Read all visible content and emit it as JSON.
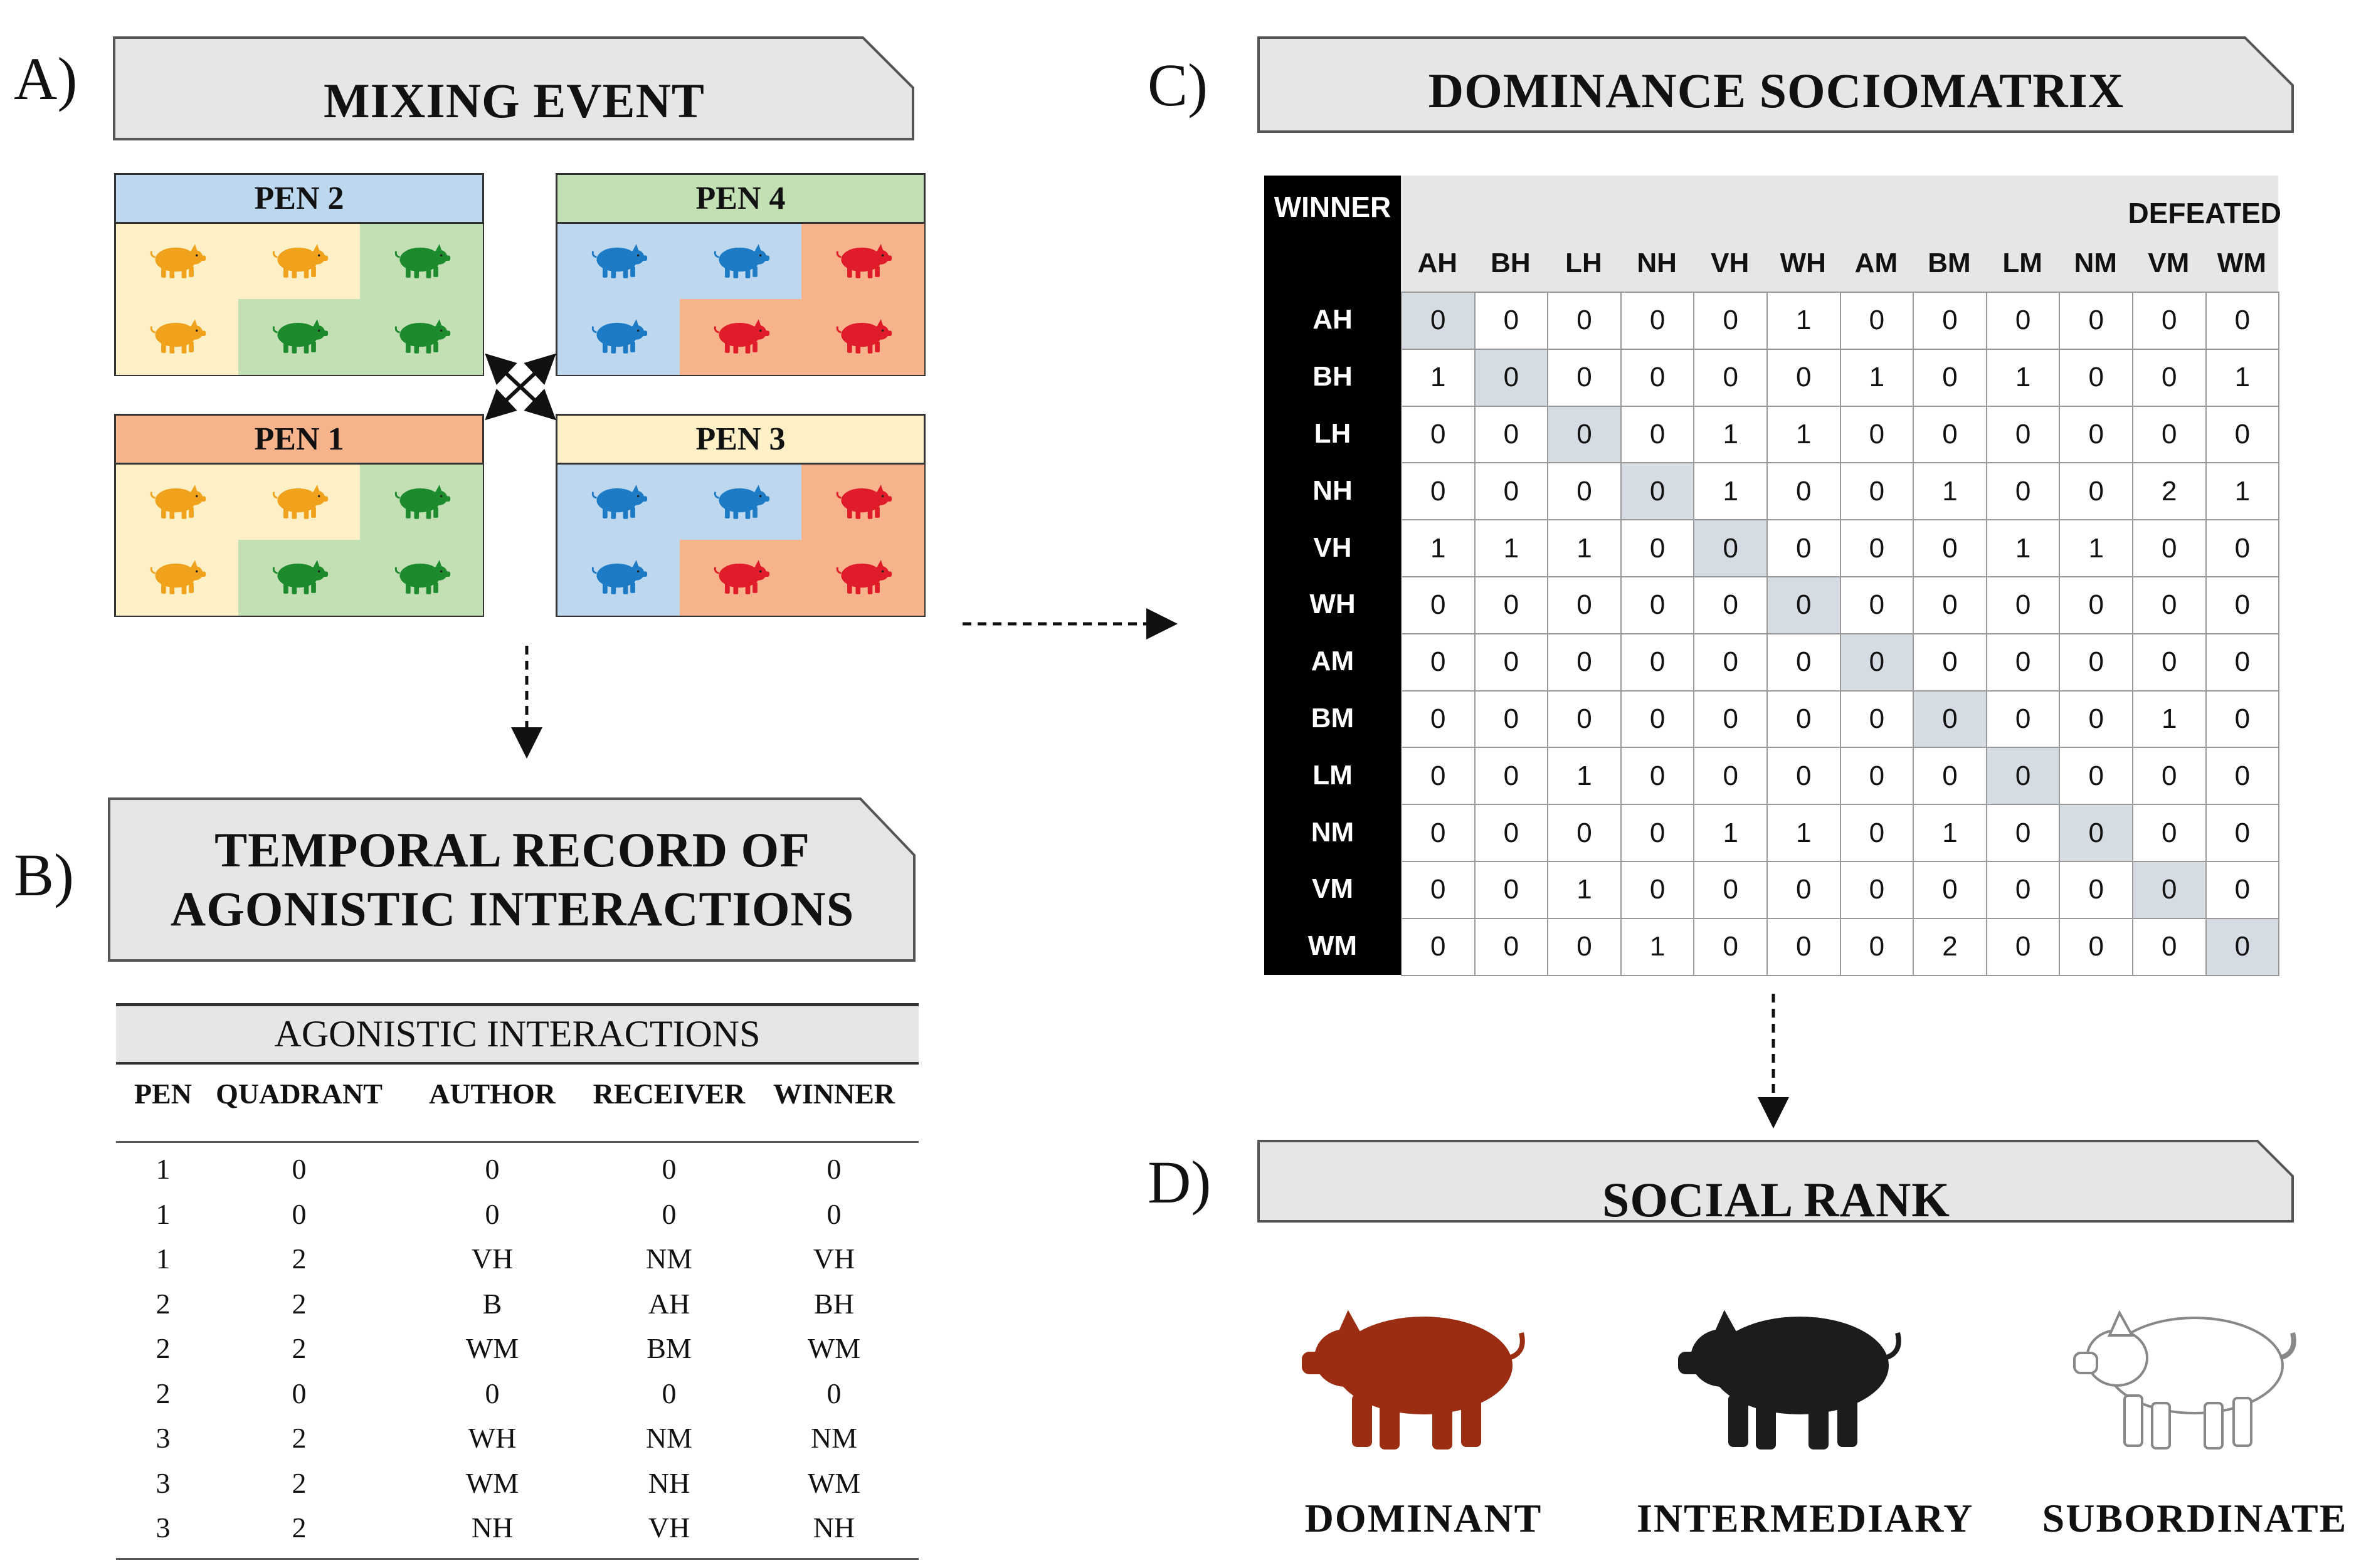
{
  "panels": {
    "a": {
      "letter": "A)",
      "title": "MIXING EVENT"
    },
    "b": {
      "letter": "B)",
      "title_line1": "TEMPORAL RECORD OF",
      "title_line2": "AGONISTIC INTERACTIONS"
    },
    "c": {
      "letter": "C)",
      "title": "DOMINANCE SOCIOMATRIX"
    },
    "d": {
      "letter": "D)",
      "title": "SOCIAL RANK"
    }
  },
  "pens": {
    "pen2": {
      "label": "PEN 2",
      "header_color": "#bcd7ee"
    },
    "pen4": {
      "label": "PEN 4",
      "header_color": "#c2e0b4"
    },
    "pen1": {
      "label": "PEN 1",
      "header_color": "#f7b48c"
    },
    "pen3": {
      "label": "PEN 3",
      "header_color": "#fdf0c6"
    }
  },
  "colors": {
    "yellow_bg": "#fdf0c6",
    "green_bg": "#c2e0b4",
    "blue_bg": "#bcd7ee",
    "orange_bg": "#f7b48c",
    "pig_orange": "#f0a21c",
    "pig_green": "#1e8a2e",
    "pig_blue": "#1c7bc4",
    "pig_red": "#e01c2a",
    "diag_cell": "#d6dce4",
    "matrix_header_bg": "#e6e6e6"
  },
  "agonistic": {
    "title": "AGONISTIC INTERACTIONS",
    "columns": [
      "PEN",
      "QUADRANT",
      "AUTHOR",
      "RECEIVER",
      "WINNER"
    ],
    "rows": [
      [
        "1",
        "0",
        "0",
        "0",
        "0"
      ],
      [
        "1",
        "0",
        "0",
        "0",
        "0"
      ],
      [
        "1",
        "2",
        "VH",
        "NM",
        "VH"
      ],
      [
        "2",
        "2",
        "B",
        "AH",
        "BH"
      ],
      [
        "2",
        "2",
        "WM",
        "BM",
        "WM"
      ],
      [
        "2",
        "0",
        "0",
        "0",
        "0"
      ],
      [
        "3",
        "2",
        "WH",
        "NM",
        "NM"
      ],
      [
        "3",
        "2",
        "WM",
        "NH",
        "WM"
      ],
      [
        "3",
        "2",
        "NH",
        "VH",
        "NH"
      ]
    ]
  },
  "matrix": {
    "winner_label": "WINNER",
    "defeated_label": "DEFEATED",
    "labels": [
      "AH",
      "BH",
      "LH",
      "NH",
      "VH",
      "WH",
      "AM",
      "BM",
      "LM",
      "NM",
      "VM",
      "WM"
    ],
    "values": [
      [
        "0",
        "0",
        "0",
        "0",
        "0",
        "1",
        "0",
        "0",
        "0",
        "0",
        "0",
        "0"
      ],
      [
        "1",
        "0",
        "0",
        "0",
        "0",
        "0",
        "1",
        "0",
        "1",
        "0",
        "0",
        "1"
      ],
      [
        "0",
        "0",
        "0",
        "0",
        "1",
        "1",
        "0",
        "0",
        "0",
        "0",
        "0",
        "0"
      ],
      [
        "0",
        "0",
        "0",
        "0",
        "1",
        "0",
        "0",
        "1",
        "0",
        "0",
        "2",
        "1"
      ],
      [
        "1",
        "1",
        "1",
        "0",
        "0",
        "0",
        "0",
        "0",
        "1",
        "1",
        "0",
        "0"
      ],
      [
        "0",
        "0",
        "0",
        "0",
        "0",
        "0",
        "0",
        "0",
        "0",
        "0",
        "0",
        "0"
      ],
      [
        "0",
        "0",
        "0",
        "0",
        "0",
        "0",
        "0",
        "0",
        "0",
        "0",
        "0",
        "0"
      ],
      [
        "0",
        "0",
        "0",
        "0",
        "0",
        "0",
        "0",
        "0",
        "0",
        "0",
        "1",
        "0"
      ],
      [
        "0",
        "0",
        "1",
        "0",
        "0",
        "0",
        "0",
        "0",
        "0",
        "0",
        "0",
        "0"
      ],
      [
        "0",
        "0",
        "0",
        "0",
        "1",
        "1",
        "0",
        "1",
        "0",
        "0",
        "0",
        "0"
      ],
      [
        "0",
        "0",
        "1",
        "0",
        "0",
        "0",
        "0",
        "0",
        "0",
        "0",
        "0",
        "0"
      ],
      [
        "0",
        "0",
        "0",
        "1",
        "0",
        "0",
        "0",
        "2",
        "0",
        "0",
        "0",
        "0"
      ]
    ]
  },
  "ranks": [
    {
      "label": "DOMINANT",
      "color": "#9a2d12"
    },
    {
      "label": "INTERMEDIARY",
      "color": "#1c1c1c"
    },
    {
      "label": "SUBORDINATE",
      "color": "#ffffff"
    }
  ]
}
